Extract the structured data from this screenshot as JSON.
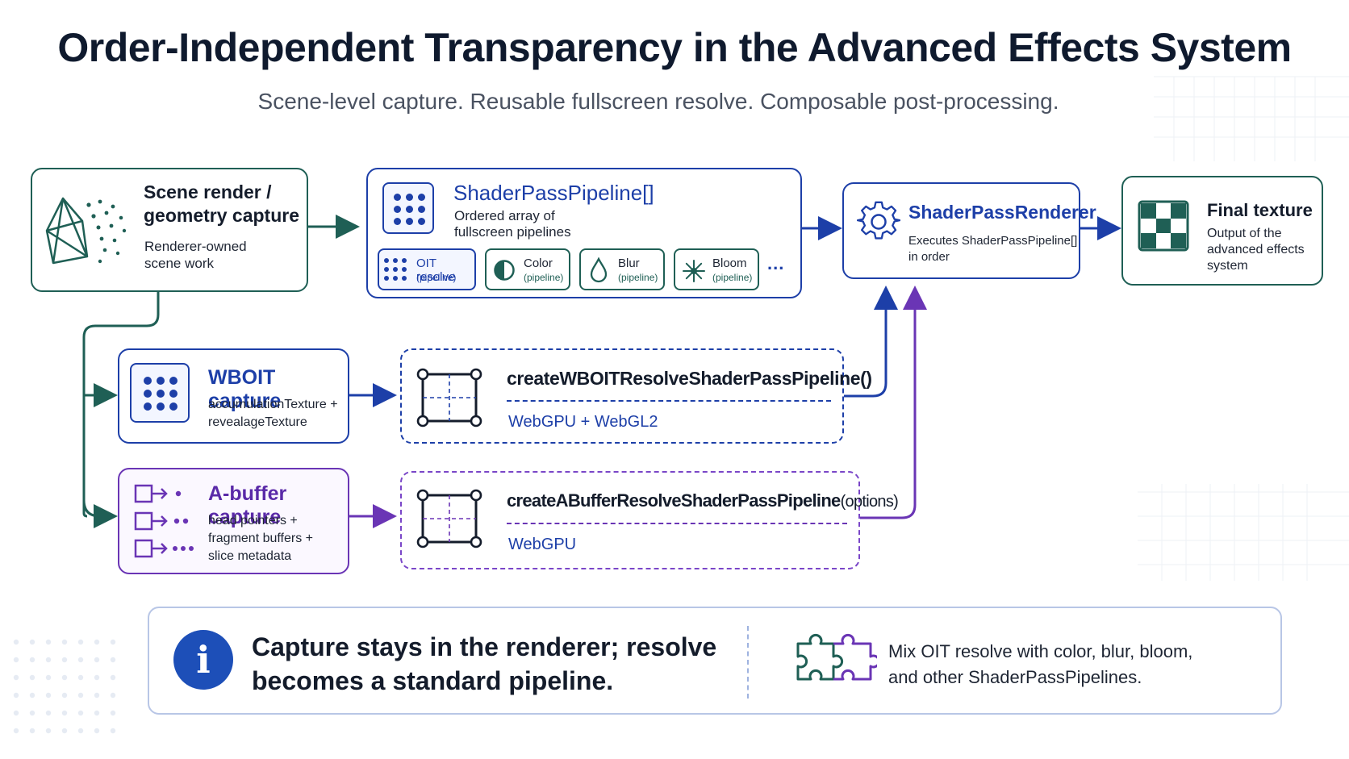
{
  "title": "Order-Independent Transparency in the Advanced Effects System",
  "subtitle": "Scene-level capture. Reusable fullscreen resolve. Composable post-processing.",
  "scene": {
    "title_line1": "Scene render /",
    "title_line2": "geometry capture",
    "desc_line1": "Renderer-owned",
    "desc_line2": "scene work"
  },
  "pipeline_array": {
    "title": "ShaderPassPipeline[]",
    "desc_line1": "Ordered array of",
    "desc_line2": "fullscreen pipelines",
    "chips": [
      {
        "label": "OIT resolve",
        "sub": "(pipeline)",
        "icon": "dot-grid-icon"
      },
      {
        "label": "Color",
        "sub": "(pipeline)",
        "icon": "contrast-icon"
      },
      {
        "label": "Blur",
        "sub": "(pipeline)",
        "icon": "droplet-icon"
      },
      {
        "label": "Bloom",
        "sub": "(pipeline)",
        "icon": "starburst-icon"
      }
    ],
    "ellipsis": "..."
  },
  "renderer": {
    "title": "ShaderPassRenderer",
    "desc_line1": "Executes ShaderPassPipeline[]",
    "desc_line2": "in order"
  },
  "final": {
    "title": "Final texture",
    "desc_line1": "Output of the",
    "desc_line2": "advanced effects",
    "desc_line3": "system"
  },
  "wboit": {
    "title": "WBOIT capture",
    "desc_line1": "accumulationTexture +",
    "desc_line2": "revealageTexture"
  },
  "wboit_resolve": {
    "fn": "createWBOITResolveShaderPassPipeline()",
    "platforms": "WebGPU + WebGL2"
  },
  "abuffer": {
    "title": "A-buffer capture",
    "desc_line1": "head pointers +",
    "desc_line2": "fragment buffers +",
    "desc_line3": "slice metadata"
  },
  "abuffer_resolve": {
    "fn": "createABufferResolveShaderPassPipeline",
    "fn_args": "(options)",
    "platforms": "WebGPU"
  },
  "callout": {
    "main_line1": "Capture stays in the renderer; resolve",
    "main_line2": "becomes a standard pipeline.",
    "side_line1": "Mix OIT resolve with color, blur, bloom,",
    "side_line2": "and other ShaderPassPipelines.",
    "info_glyph": "i"
  },
  "colors": {
    "teal": "#1f5f55",
    "blue": "#1d3fa8",
    "purple": "#6a35b5",
    "title": "#0f1a2e"
  }
}
